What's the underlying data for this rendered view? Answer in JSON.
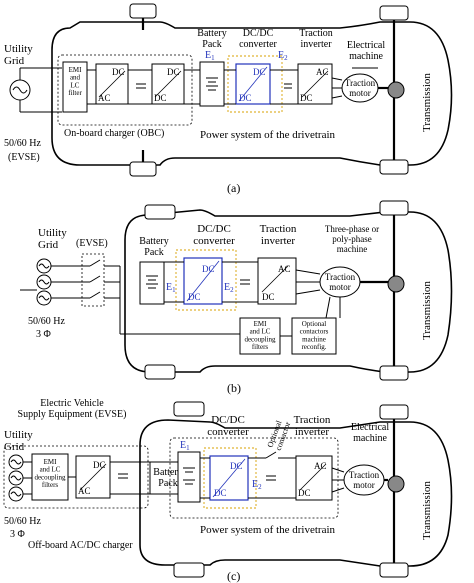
{
  "panel_a": {
    "utility_grid": "Utility\nGrid",
    "freq": "50/60 Hz",
    "evse": "(EVSE)",
    "emi": "EMI\nand\nLC\nfilter",
    "dc": "DC",
    "ac": "AC",
    "battery_pack": "Battery\nPack",
    "dcdc": "DC/DC\nconverter",
    "traction_inverter": "Traction\ninverter",
    "electrical_machine": "Electrical\nmachine",
    "traction_motor": "Traction\nmotor",
    "obc": "On-board charger (OBC)",
    "power_system": "Power system of the drivetrain",
    "transmission": "Transmission",
    "e1": "E",
    "e1_sub": "1",
    "e2": "E",
    "e2_sub": "2",
    "caption": "(a)"
  },
  "panel_b": {
    "utility_grid": "Utility\nGrid",
    "evse": "(EVSE)",
    "battery_pack": "Battery\nPack",
    "dcdc": "DC/DC\nconverter",
    "traction_inverter": "Traction\ninverter",
    "three_phase": "Three-phase or\npoly-phase\nmachine",
    "traction_motor": "Traction\nmotor",
    "freq": "50/60 Hz",
    "phase": "3 Φ",
    "emi": "EMI\nand LC\ndecoupling\nfilters",
    "optional": "Optional\ncontactors\nmachine\nreconfig.",
    "transmission": "Transmission",
    "e1": "E",
    "e1_sub": "1",
    "e2": "E",
    "e2_sub": "2",
    "dc": "DC",
    "ac": "AC",
    "caption": "(b)"
  },
  "panel_c": {
    "evse_title": "Electric Vehicle\nSupply Equipment (EVSE)",
    "utility_grid": "Utility\nGrid",
    "freq": "50/60 Hz",
    "phase": "3 Φ",
    "emi": "EMI\nand LC\ndecoupling\nfilters",
    "offboard": "Off-board AC/DC charger",
    "battery_pack": "Battery\nPack",
    "dcdc": "DC/DC\nconverter",
    "optional_contactor": "Optional\ncontactor",
    "traction_inverter": "Traction\ninverter",
    "electrical_machine": "Electrical\nmachine",
    "traction_motor": "Traction\nmotor",
    "power_system": "Power system of the drivetrain",
    "transmission": "Transmission",
    "e1": "E",
    "e1_sub": "1",
    "e2": "E",
    "e2_sub": "2",
    "dc": "DC",
    "ac": "AC",
    "caption": "(c)"
  }
}
